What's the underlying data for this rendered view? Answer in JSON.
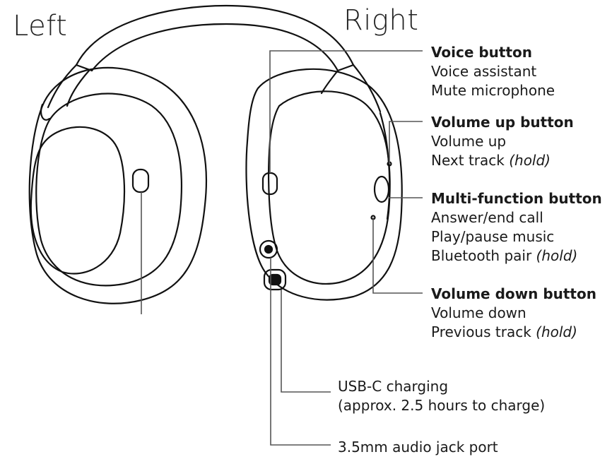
{
  "labels": {
    "left": "Left",
    "right": "Right"
  },
  "callouts": {
    "voice": {
      "title": "Voice button",
      "lines": [
        "Voice assistant",
        "Mute microphone"
      ]
    },
    "volume_up": {
      "title": "Volume up button",
      "line1": "Volume up",
      "line2": "Next track",
      "line2_hold": "(hold)"
    },
    "multi": {
      "title": "Multi-function button",
      "line1": "Answer/end call",
      "line2": "Play/pause music",
      "line3": "Bluetooth pair",
      "line3_hold": "(hold)"
    },
    "volume_down": {
      "title": "Volume down button",
      "line1": "Volume down",
      "line2": "Previous track",
      "line2_hold": "(hold)"
    }
  },
  "ports": {
    "usb": {
      "line1": "USB-C charging",
      "line2": "(approx. 2.5 hours to charge)"
    },
    "audio": {
      "line1": "3.5mm audio jack port"
    }
  }
}
